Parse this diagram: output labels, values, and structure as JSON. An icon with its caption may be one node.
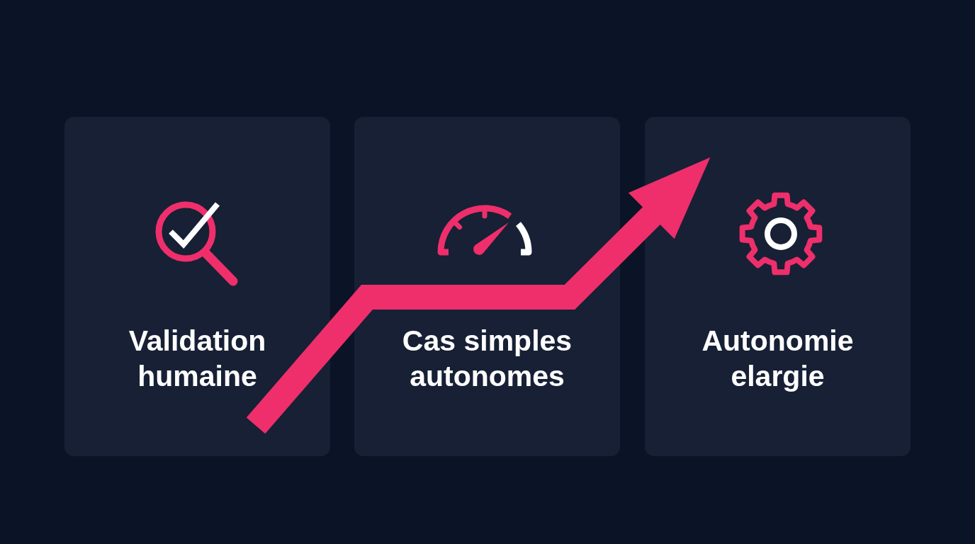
{
  "diagram": {
    "nodes": [
      {
        "text": [
          "Validation humaine"
        ]
      },
      {
        "text": [
          "Cas simples autonomes"
        ]
      },
      {
        "text": [
          "Autonomie elargie"
        ]
      }
    ],
    "edges": [
      {
        "from": 0,
        "to": 1,
        "arrow": "none"
      },
      {
        "from": 1,
        "to": 2,
        "arrow": "to"
      }
    ]
  }
}
